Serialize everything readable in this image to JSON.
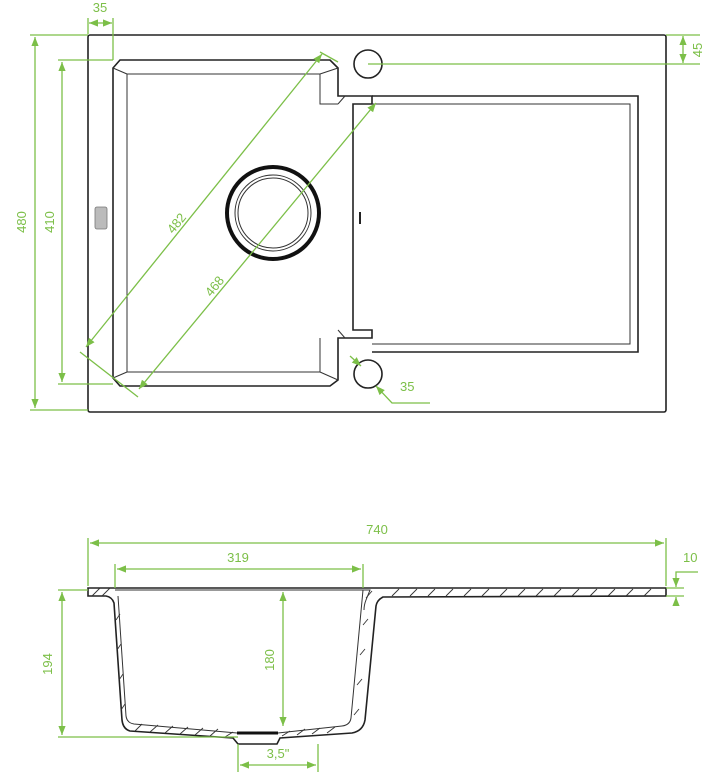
{
  "top_view": {
    "dimensions": {
      "rim_offset": "35",
      "tap_hole_offset": "45",
      "overall_depth": "480",
      "bowl_depth": "410",
      "outer_diagonal": "482",
      "inner_diagonal": "468",
      "tap_hole_diameter": "35"
    }
  },
  "side_view": {
    "dimensions": {
      "overall_width": "740",
      "bowl_width": "319",
      "rim_thickness": "10",
      "overall_height": "194",
      "bowl_height": "180",
      "drain_size": "3,5\""
    }
  },
  "colors": {
    "dimension": "#7cbf48",
    "outline": "#222222"
  }
}
